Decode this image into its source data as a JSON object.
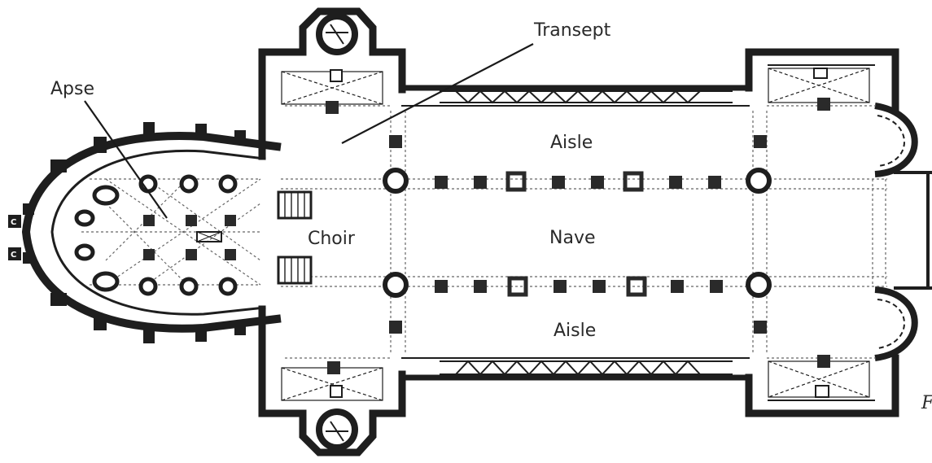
{
  "labels": {
    "transept": "Transept",
    "apse": "Apse",
    "aisle_top": "Aisle",
    "choir": "Choir",
    "nave": "Nave",
    "aisle_bottom": "Aisle",
    "cut_letter": "F",
    "chapel_c1": "C",
    "chapel_c2": "C"
  },
  "colors": {
    "ink": "#1a1a1a",
    "wall": "#1e1e1e",
    "pier": "#2a2a2a",
    "paper": "#ffffff",
    "dots": "#666666"
  }
}
